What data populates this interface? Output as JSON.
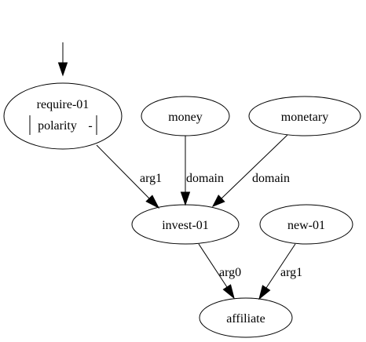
{
  "graph": {
    "nodes": {
      "require": {
        "label": "require-01",
        "attribute_key": "polarity",
        "attribute_value": "-"
      },
      "money": {
        "label": "money"
      },
      "monetary": {
        "label": "monetary"
      },
      "invest": {
        "label": "invest-01"
      },
      "new": {
        "label": "new-01"
      },
      "affiliate": {
        "label": "affiliate"
      }
    },
    "edges": [
      {
        "from": "require",
        "to": "invest",
        "label": "arg1"
      },
      {
        "from": "money",
        "to": "invest",
        "label": "domain"
      },
      {
        "from": "monetary",
        "to": "invest",
        "label": "domain"
      },
      {
        "from": "invest",
        "to": "affiliate",
        "label": "arg0"
      },
      {
        "from": "new",
        "to": "affiliate",
        "label": "arg1"
      }
    ],
    "root": "require"
  }
}
